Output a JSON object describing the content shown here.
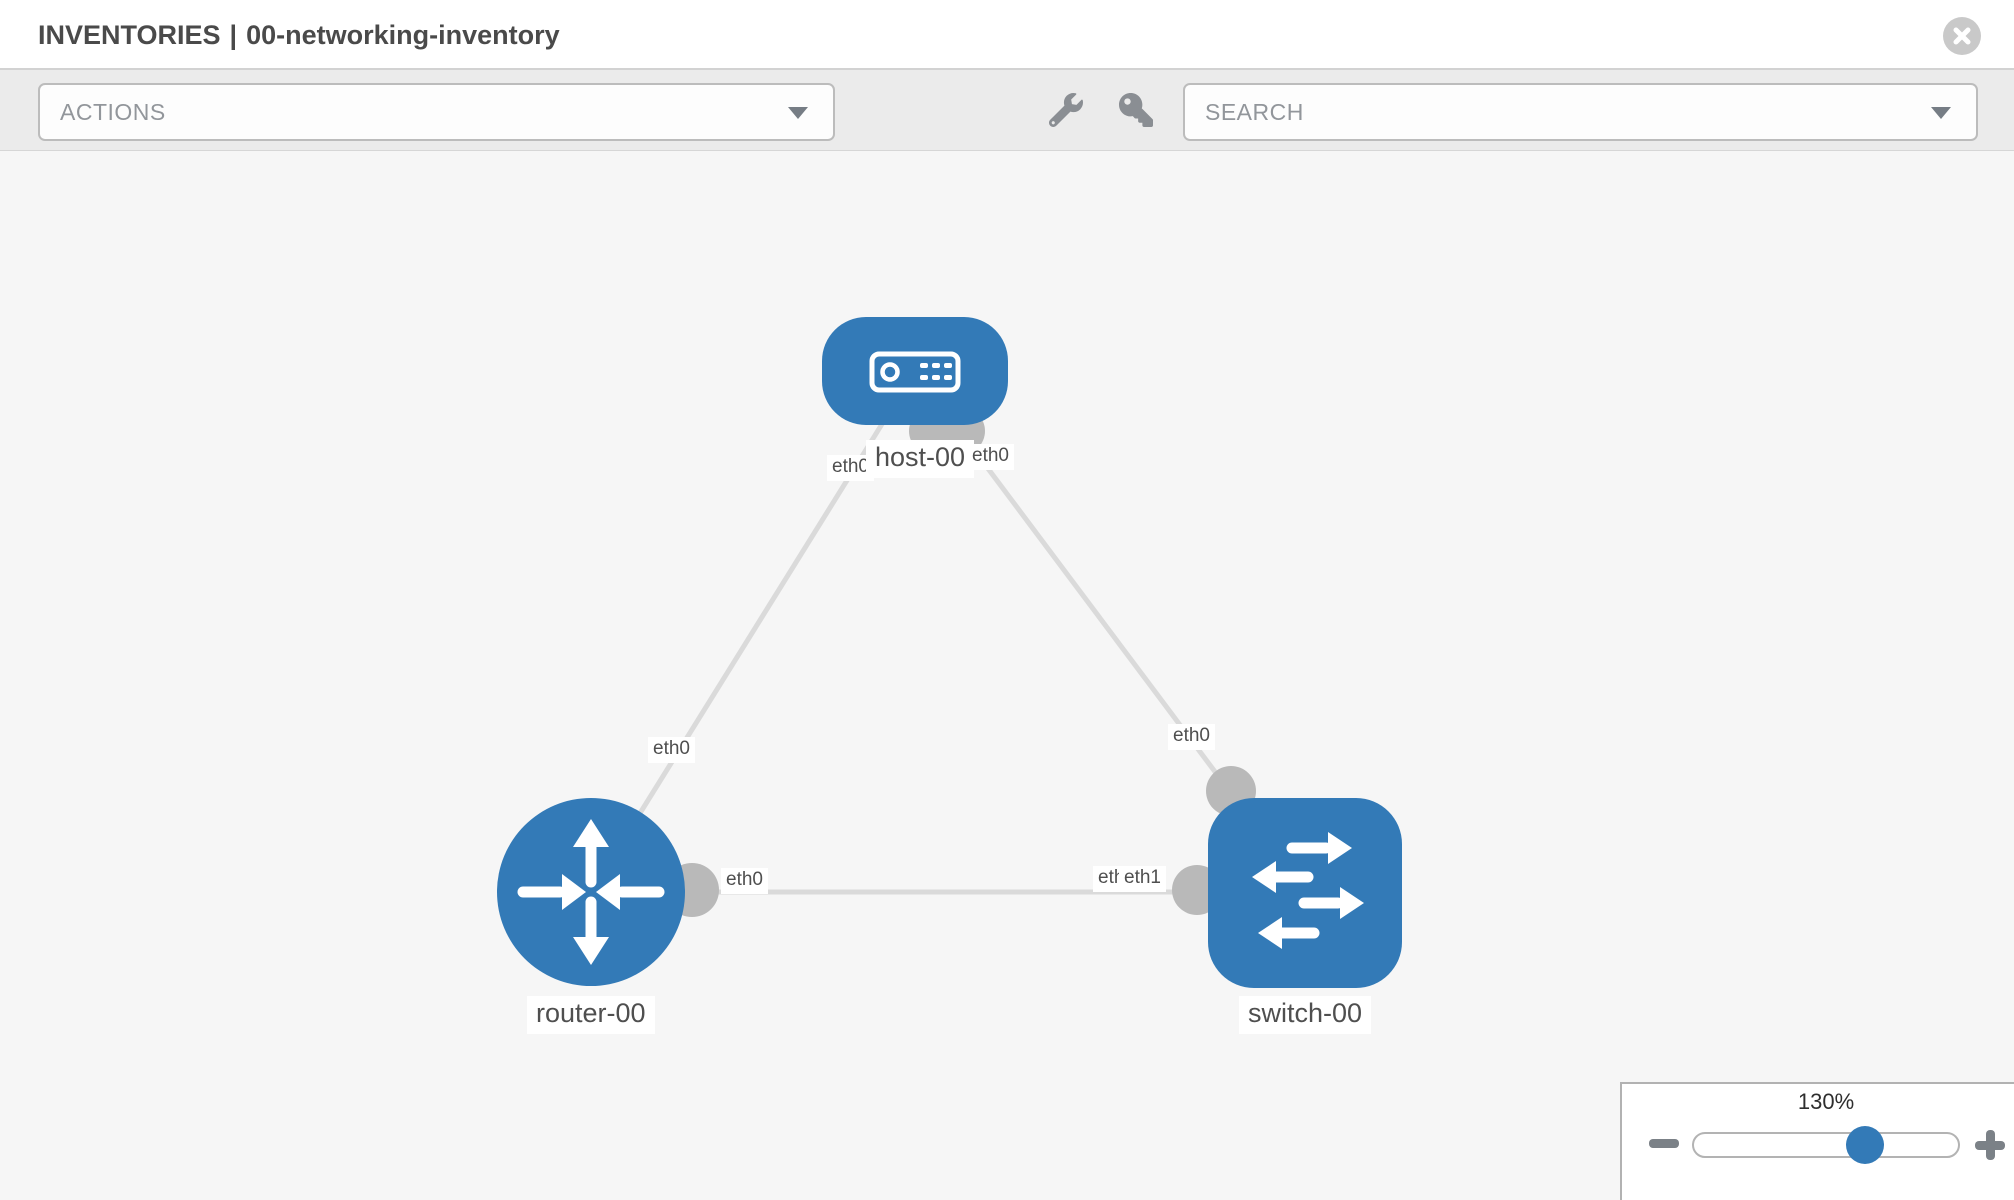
{
  "header": {
    "breadcrumb": "INVENTORIES",
    "separator": "|",
    "inventory_name": "00-networking-inventory"
  },
  "toolbar": {
    "actions_label": "ACTIONS",
    "search_placeholder": "SEARCH"
  },
  "icons": {
    "close": "close-icon",
    "wrench": "wrench-icon",
    "key": "key-icon",
    "actions_caret": "caret-down-icon",
    "search_caret": "caret-down-icon",
    "zoom_minus": "minus-icon",
    "zoom_plus": "plus-icon"
  },
  "topology": {
    "nodes": [
      {
        "id": "host-00",
        "type": "host",
        "label": "host-00"
      },
      {
        "id": "router-00",
        "type": "router",
        "label": "router-00"
      },
      {
        "id": "switch-00",
        "type": "switch",
        "label": "switch-00"
      }
    ],
    "links": [
      {
        "source": "host-00",
        "target": "router-00",
        "source_interface": "eth0",
        "target_interface": "eth0"
      },
      {
        "source": "host-00",
        "target": "switch-00",
        "source_interface": "eth0",
        "target_interface": "eth0"
      },
      {
        "source": "router-00",
        "target": "switch-00",
        "source_interface": "eth0",
        "target_interface": "eth1"
      }
    ],
    "overlapped_interface_label": "eth0"
  },
  "zoom_control": {
    "level": "130%"
  },
  "colors": {
    "node_blue": "#337ab7",
    "link_gray": "#dadada",
    "port_gray": "#b9b9b9",
    "title_text": "#4a4a4a"
  }
}
